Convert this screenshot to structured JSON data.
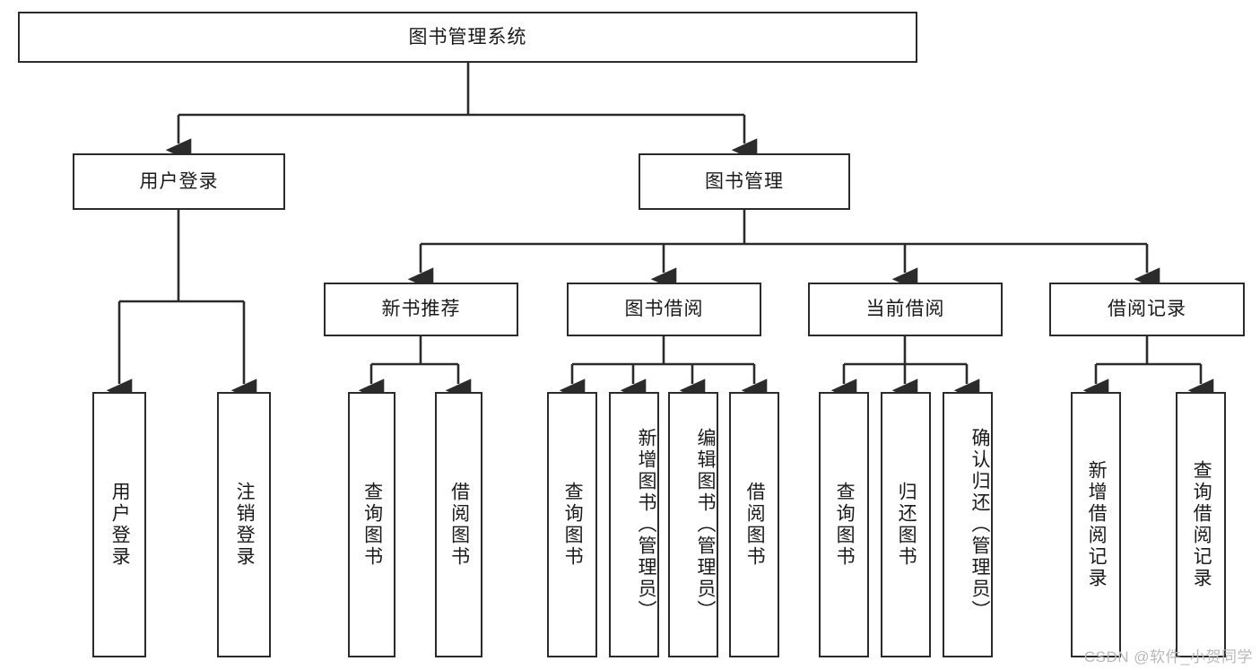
{
  "diagram": {
    "title": "图书管理系统",
    "type": "hierarchy-tree",
    "root": {
      "label": "图书管理系统"
    },
    "level2": [
      {
        "label": "用户登录"
      },
      {
        "label": "图书管理"
      }
    ],
    "level3": [
      {
        "label": "新书推荐"
      },
      {
        "label": "图书借阅"
      },
      {
        "label": "当前借阅"
      },
      {
        "label": "借阅记录"
      }
    ],
    "leaves": {
      "user_login": [
        {
          "label": "用户登录"
        },
        {
          "label": "注销登录"
        }
      ],
      "new_book": [
        {
          "label": "查询图书"
        },
        {
          "label": "借阅图书"
        }
      ],
      "book_borrow": [
        {
          "label": "查询图书"
        },
        {
          "label": "新增图书（管理员）"
        },
        {
          "label": "编辑图书（管理员）"
        },
        {
          "label": "借阅图书"
        }
      ],
      "current_borrow": [
        {
          "label": "查询图书"
        },
        {
          "label": "归还图书"
        },
        {
          "label": "确认归还（管理员）"
        }
      ],
      "borrow_record": [
        {
          "label": "新增借阅记录"
        },
        {
          "label": "查询借阅记录"
        }
      ]
    }
  },
  "watermark": {
    "text": "CSDN @软件_小贺同学"
  },
  "colors": {
    "stroke": "#2b2b2b",
    "fill": "#ffffff",
    "text": "#1a1a1a",
    "watermark": "#b9b9b9"
  }
}
